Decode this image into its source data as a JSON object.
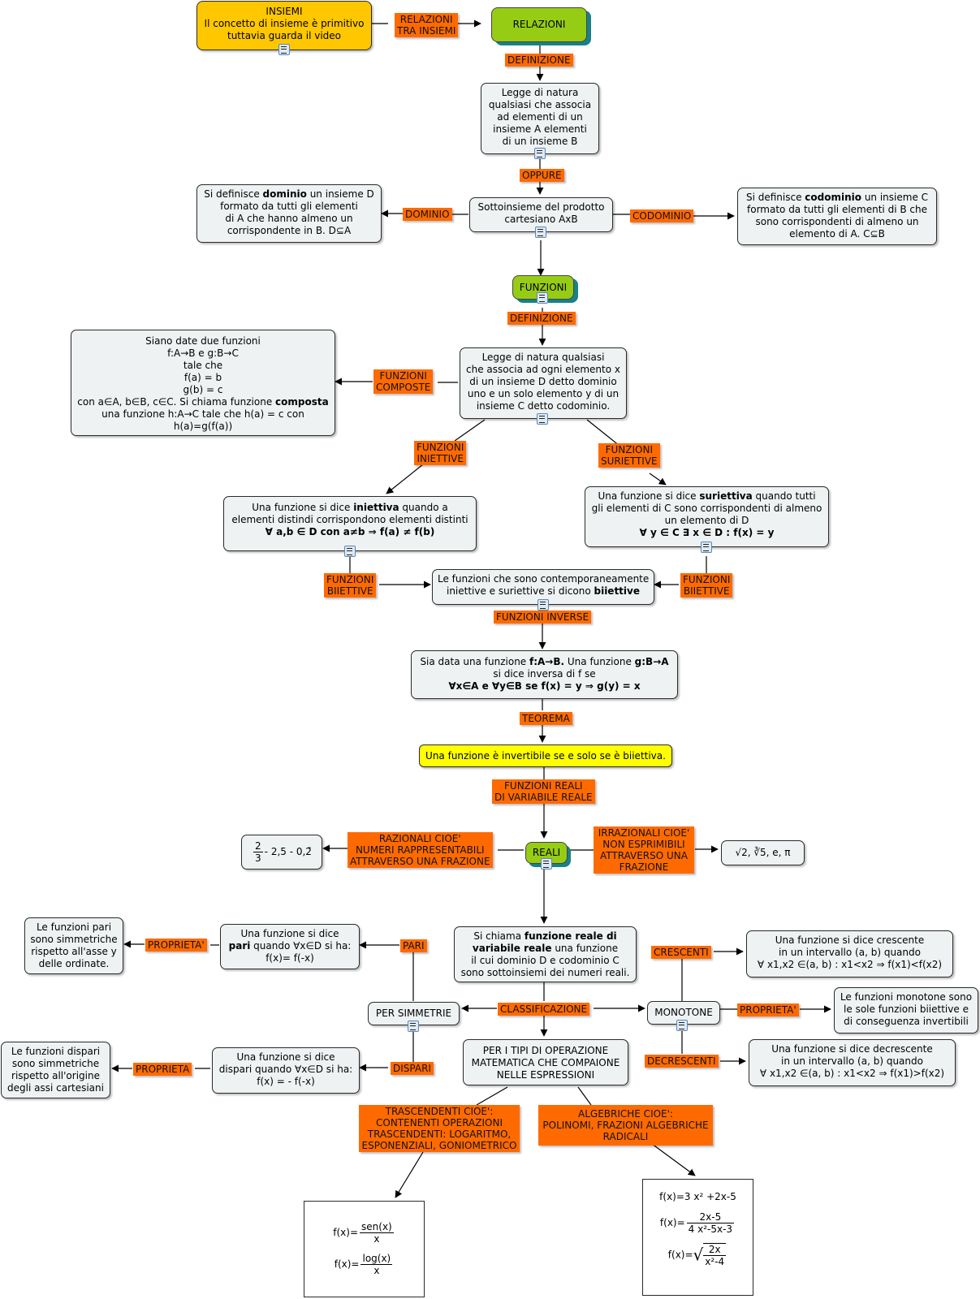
{
  "nodes": {
    "insiemi": [
      "INSIEMI",
      "Il concetto di insieme è primitivo",
      "tuttavia guarda il video"
    ],
    "relazioni": [
      "RELAZIONI"
    ],
    "legge_relazione": [
      "Legge di natura",
      "qualsiasi che associa",
      "ad elementi di un",
      "insieme A elementi",
      "di un insieme B"
    ],
    "sottoinsieme": [
      "Sottoinsieme del prodotto",
      "cartesiano AxB"
    ],
    "dominio_def": {
      "pre": "Si definisce ",
      "bold": "dominio",
      "post": " un insieme D",
      "rest": [
        "formato da tutti gli elementi",
        "di A che hanno almeno un",
        "corrispondente in B. D⊆A"
      ]
    },
    "codominio_def": {
      "pre": "Si definisce ",
      "bold": "codominio",
      "post": " un insieme C",
      "rest": [
        "formato da tutti gli elementi di B che",
        "sono corrispondenti di almeno un",
        "elemento di A. C⊆B"
      ]
    },
    "funzioni": [
      "FUNZIONI"
    ],
    "legge_funzione": [
      "Legge di natura qualsiasi",
      "che associa ad ogni elemento x",
      "di un insieme D detto dominio",
      "uno e un solo elemento y di un",
      "insieme C detto codominio."
    ],
    "composta": {
      "lines": [
        "Siano date due funzioni",
        "f:A→B e g:B→C",
        "tale che",
        "f(a) = b",
        "g(b) = c"
      ],
      "pre": "con a∈A, b∈B, c∈C. Si chiama funzione ",
      "bold": "composta",
      "tail": [
        "una funzione h:A→C tale che h(a) = c con",
        "h(a)=g(f(a))"
      ]
    },
    "iniettiva": {
      "pre": "Una funzione si dice ",
      "bold": "iniettiva",
      "post": " quando a",
      "line2": "elementi distindi corrispondono elementi distinti",
      "formula": "∀ a,b ∈ D con a≠b ⇒ f(a) ≠ f(b)"
    },
    "suriettiva": {
      "pre": "Una funzione si dice ",
      "bold": "suriettiva",
      "post": " quando tutti",
      "line2": "gli elementi di C sono corrispondenti di almeno",
      "line3": "un elemento di D",
      "formula": "∀ y ∈ C ∃ x ∈ D : f(x) = y"
    },
    "biiettiva": {
      "line1": "Le funzioni che sono contemporaneamente",
      "pre": "iniettive e suriettive si dicono ",
      "bold": "biiettive"
    },
    "inversa": {
      "pre": "Sia data una funzione ",
      "b1": "f:A→B.",
      "mid": " Una funzione ",
      "b2": "g:B→A",
      "line2": "si dice inversa di f se",
      "formula": "∀x∈A e ∀y∈B se f(x) = y ⇒ g(y) = x"
    },
    "teorema_text": "Una funzione è invertibile se e solo se è biiettiva.",
    "reali": [
      "REALI"
    ],
    "razionali_example": {
      "num": "2",
      "den": "3",
      "rest": " - 2,5 - 0,2̄"
    },
    "irrazionali_example": "√2, ∛5, e, π",
    "funzione_reale": {
      "l1a": "Si chiama ",
      "l1b": "funzione reale di",
      "l2a": "variabile reale",
      "l2b": " una funzione",
      "l3": "il cui dominio D e codominio C",
      "l4": "sono sottoinsiemi dei numeri reali."
    },
    "pari_def": {
      "l1": "Una funzione si dice",
      "bold": "pari",
      "post": " quando ∀x∈D si ha:",
      "l3": "f(x)= f(-x)"
    },
    "pari_prop": [
      "Le funzioni pari",
      "sono simmetriche",
      "rispetto all'asse y",
      "delle ordinate."
    ],
    "per_simmetrie": [
      "PER SIMMETRIE"
    ],
    "dispari_def": [
      "Una funzione si dice",
      "dispari quando ∀x∈D si ha:",
      "f(x) = - f(-x)"
    ],
    "dispari_prop": [
      "Le funzioni dispari",
      "sono simmetriche",
      "rispetto all'origine",
      "degli assi cartesiani"
    ],
    "tipi_operazione": [
      "PER I TIPI DI OPERAZIONE",
      "MATEMATICA CHE COMPAIONE",
      "NELLE ESPRESSIONI"
    ],
    "monotone": [
      "MONOTONE"
    ],
    "crescente_def": [
      "Una funzione si dice crescente",
      "in un intervallo (a, b) quando",
      "∀ x1,x2 ∈(a, b) : x1<x2 ⇒ f(x1)<f(x2)"
    ],
    "monotone_prop": [
      "Le funzioni monotone sono",
      "le sole funzioni biiettive e",
      "di conseguenza invertibili"
    ],
    "decrescente_def": [
      "Una funzione si dice decrescente",
      "in un intervallo (a, b) quando",
      "∀ x1,x2 ∈(a, b) : x1<x2 ⇒ f(x1)>f(x2)"
    ],
    "trascendenti_examples": {
      "f1_lhs": "f(x)=",
      "f1_num": "sen(x)",
      "f1_den": "x",
      "f2_lhs": "f(x)=",
      "f2_num": "log(x)",
      "f2_den": "x"
    },
    "algebriche_examples": {
      "f1": "f(x)=3 x² +2x-5",
      "f2_lhs": "f(x)=",
      "f2_num": "2x-5",
      "f2_den": "4 x²-5x-3",
      "f3_lhs": "f(x)=",
      "f3_num": "2x",
      "f3_den": "x²-4"
    }
  },
  "labels": {
    "relazioni_tra_insiemi": [
      "RELAZIONI",
      "TRA INSIEMI"
    ],
    "definizione_1": [
      "DEFINIZIONE"
    ],
    "oppure": [
      "OPPURE"
    ],
    "dominio": [
      "DOMINIO"
    ],
    "codominio": [
      "CODOMINIO"
    ],
    "definizione_2": [
      "DEFINIZIONE"
    ],
    "funzioni_composte": [
      "FUNZIONI",
      "COMPOSTE"
    ],
    "funzioni_iniettive": [
      "FUNZIONI",
      "INIETTIVE"
    ],
    "funzioni_suriettive": [
      "FUNZIONI",
      "SURIETTIVE"
    ],
    "funzioni_biiettive_left": [
      "FUNZIONI",
      "BIIETTIVE"
    ],
    "funzioni_biiettive_right": [
      "FUNZIONI",
      "BIIETTIVE"
    ],
    "funzioni_inverse": [
      "FUNZIONI INVERSE"
    ],
    "teorema": [
      "TEOREMA"
    ],
    "funzioni_reali": [
      "FUNZIONI REALI",
      "DI VARIABILE REALE"
    ],
    "razionali": [
      "RAZIONALI CIOE'",
      "NUMERI RAPPRESENTABILI",
      "ATTRAVERSO UNA FRAZIONE"
    ],
    "irrazionali": [
      "IRRAZIONALI CIOE'",
      "NON ESPRIMIBILI",
      "ATTRAVERSO UNA",
      "FRAZIONE"
    ],
    "proprieta_pari": [
      "PROPRIETA'"
    ],
    "pari": [
      "PARI"
    ],
    "dispari": [
      "DISPARI"
    ],
    "proprieta_dispari": [
      "PROPRIETA"
    ],
    "classificazione": [
      "CLASSIFICAZIONE"
    ],
    "crescenti": [
      "CRESCENTI"
    ],
    "proprieta_monotone": [
      "PROPRIETA'"
    ],
    "decrescenti": [
      "DECRESCENTI"
    ],
    "trascendenti": [
      "TRASCENDENTI CIOE':",
      "CONTENENTI OPERAZIONI",
      "TRASCENDENTI:  LOGARITMO,",
      "ESPONENZIALI, GONIOMETRICO"
    ],
    "algebriche": [
      "ALGEBRICHE CIOE':",
      "POLINOMI, FRAZIONI ALGEBRICHE",
      "RADICALI"
    ]
  },
  "colors": {
    "label": "#ff6a00",
    "green": "#96cc14",
    "gold": "#ffc700",
    "yellow": "#ffff00",
    "node": "#eef2f3",
    "doc_icon": "#5b87b8"
  }
}
